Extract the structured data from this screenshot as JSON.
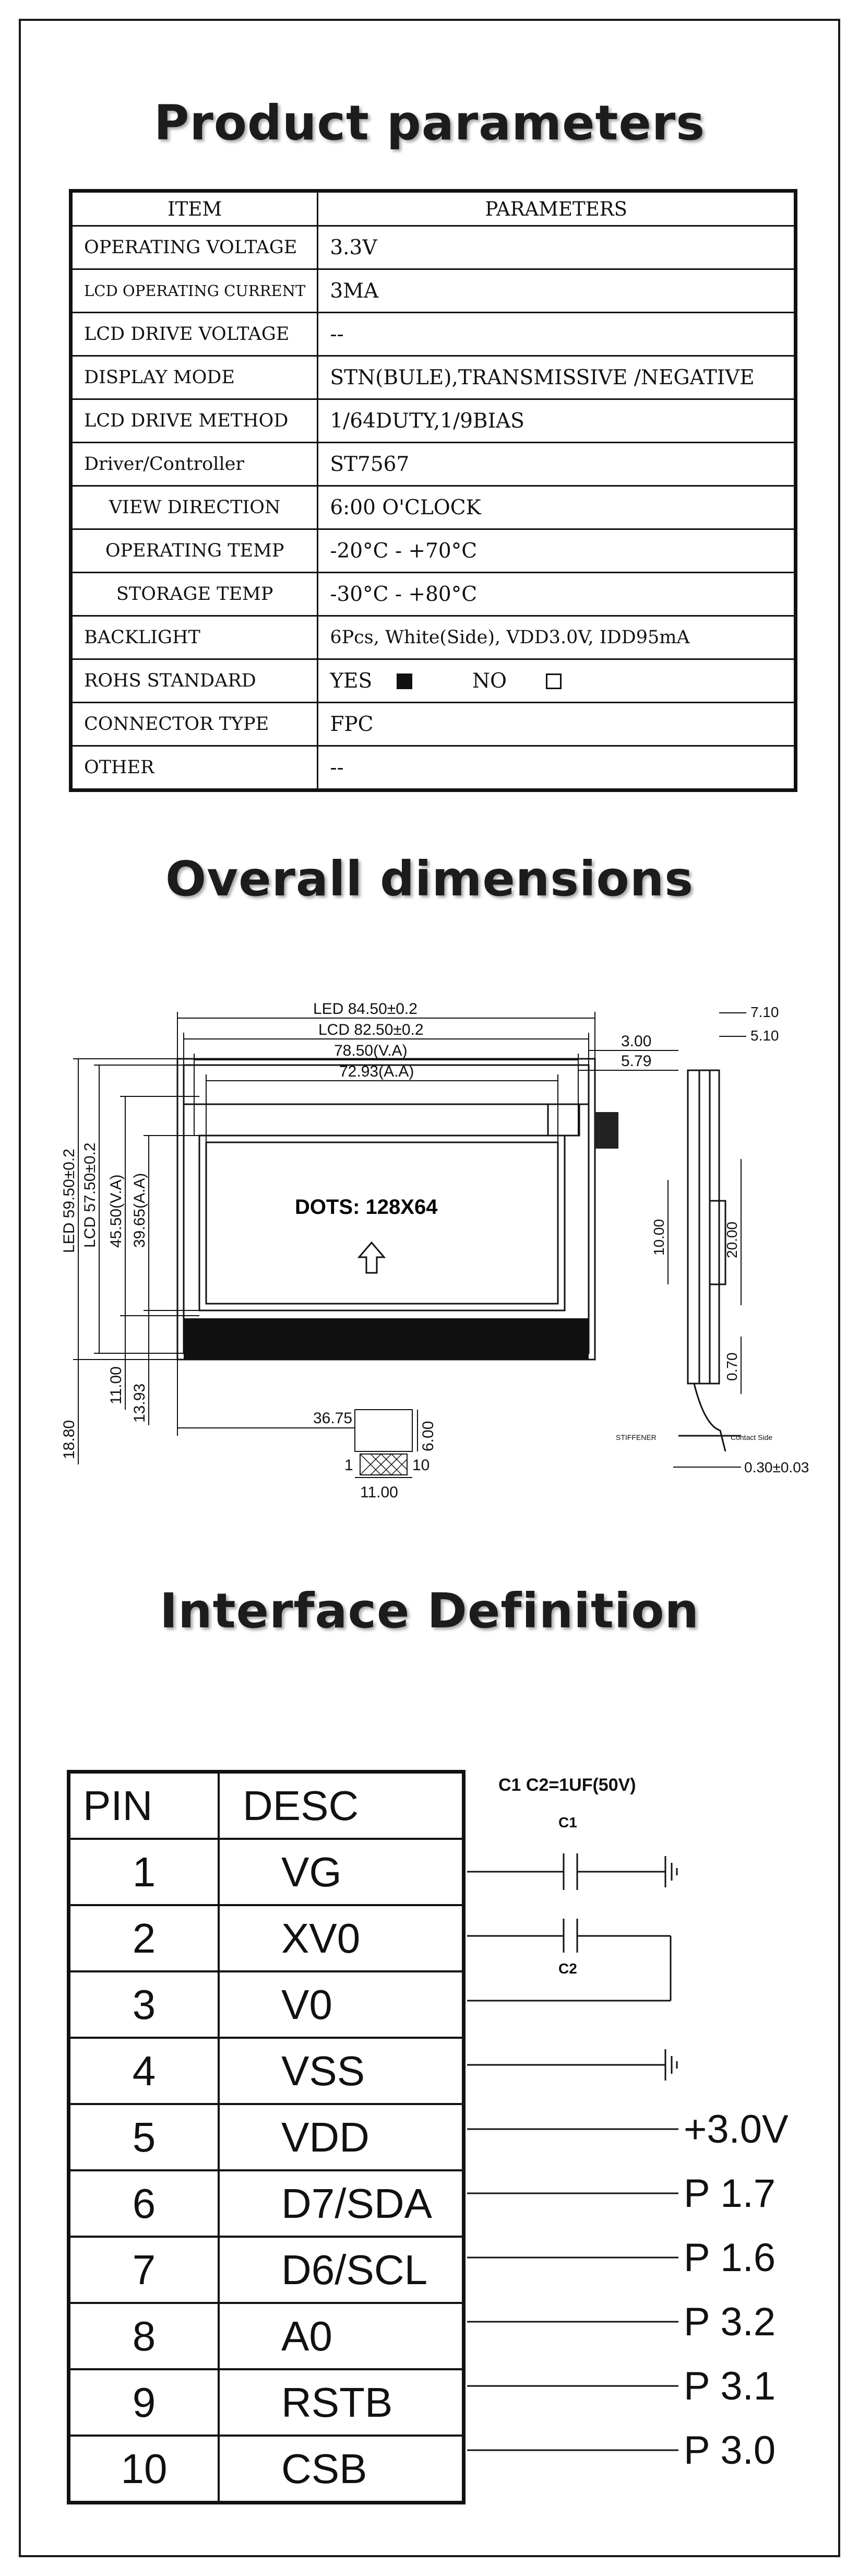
{
  "titles": {
    "params": "Product parameters",
    "dims": "Overall dimensions",
    "iface": "Interface Definition"
  },
  "params": {
    "header_item": "ITEM",
    "header_params": "PARAMETERS",
    "rows": [
      {
        "item": "OPERATING VOLTAGE",
        "value": "3.3V"
      },
      {
        "item": "LCD OPERATING CURRENT",
        "value": "3MA"
      },
      {
        "item": "LCD DRIVE VOLTAGE",
        "value": "--"
      },
      {
        "item": "DISPLAY MODE",
        "value": "STN(BULE),TRANSMISSIVE /NEGATIVE"
      },
      {
        "item": "LCD DRIVE METHOD",
        "value": "1/64DUTY,1/9BIAS"
      },
      {
        "item": "Driver/Controller",
        "value": "ST7567"
      },
      {
        "item": "VIEW DIRECTION",
        "value": "6:00 O'CLOCK"
      },
      {
        "item": "OPERATING TEMP",
        "value": "-20°C - +70°C"
      },
      {
        "item": "STORAGE TEMP",
        "value": "-30°C - +80°C"
      },
      {
        "item": "BACKLIGHT",
        "value": "6Pcs, White(Side), VDD3.0V, IDD95mA"
      },
      {
        "item": "ROHS STANDARD",
        "yes": "YES",
        "no": "NO"
      },
      {
        "item": "CONNECTOR TYPE",
        "value": "FPC"
      },
      {
        "item": "OTHER",
        "value": "--"
      }
    ]
  },
  "dims": {
    "led_w": "LED 84.50±0.2",
    "lcd_w": "LCD 82.50±0.2",
    "va_w": "78.50(V.A)",
    "aa_w": "72.93(A.A)",
    "d300": "3.00",
    "d579": "5.79",
    "d710": "7.10",
    "d510": "5.10",
    "led_h": "LED 59.50±0.2",
    "lcd_h": "LCD 57.50±0.2",
    "va_h": "45.50(V.A)",
    "aa_h": "39.65(A.A)",
    "dots": "DOTS: 128X64",
    "d1880": "18.80",
    "d1100v": "11.00",
    "d1393": "13.93",
    "d3675": "36.75",
    "d600": "6.00",
    "d1100h": "11.00",
    "pin1": "1",
    "pin10": "10",
    "side_1000": "10.00",
    "side_2000": "20.00",
    "side_070": "0.70",
    "side_030": "0.30±0.03",
    "stiffener": "STIFFENER",
    "contact": "Contact Side"
  },
  "iface": {
    "cap_note": "C1 C2=1UF(50V)",
    "c1": "C1",
    "c2": "C2",
    "head_pin": "PIN",
    "head_desc": "DESC",
    "pins": [
      {
        "pin": "1",
        "desc": "VG",
        "conn": ""
      },
      {
        "pin": "2",
        "desc": "XV0",
        "conn": ""
      },
      {
        "pin": "3",
        "desc": "V0",
        "conn": ""
      },
      {
        "pin": "4",
        "desc": "VSS",
        "conn": ""
      },
      {
        "pin": "5",
        "desc": "VDD",
        "conn": "+3.0V"
      },
      {
        "pin": "6",
        "desc": "D7/SDA",
        "conn": "P 1.7"
      },
      {
        "pin": "7",
        "desc": "D6/SCL",
        "conn": "P 1.6"
      },
      {
        "pin": "8",
        "desc": "A0",
        "conn": "P 3.2"
      },
      {
        "pin": "9",
        "desc": "RSTB",
        "conn": "P 3.1"
      },
      {
        "pin": "10",
        "desc": "CSB",
        "conn": "P 3.0"
      }
    ]
  }
}
